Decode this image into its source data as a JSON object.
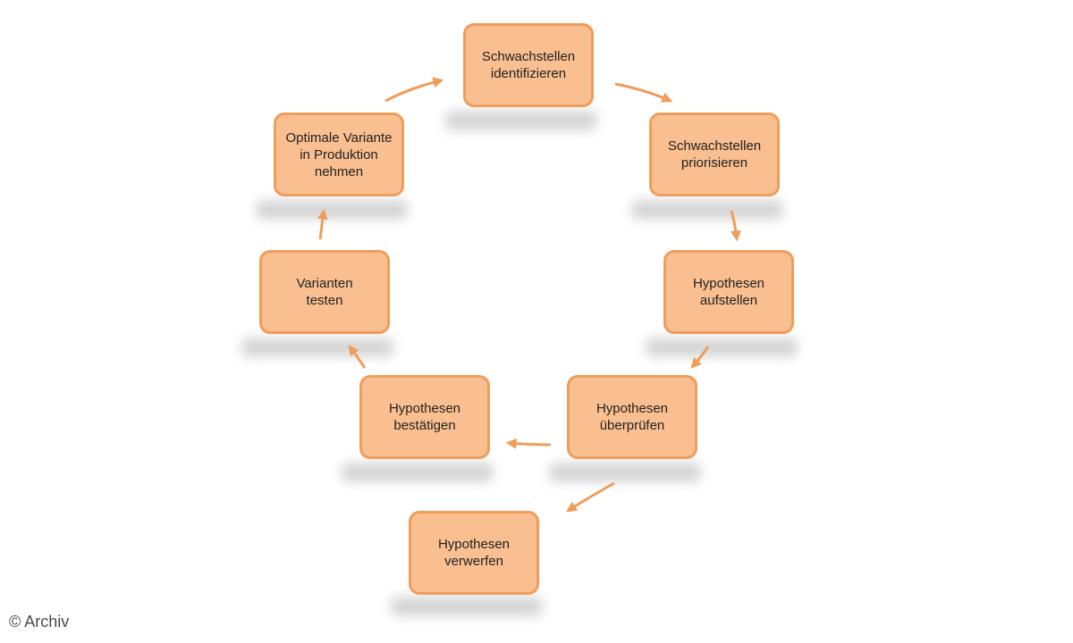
{
  "diagram": {
    "nodes": [
      {
        "id": "schwachstellen-identifizieren",
        "label": "Schwachstellen\nidentifizieren"
      },
      {
        "id": "schwachstellen-priorisieren",
        "label": "Schwachstellen\npriorisieren"
      },
      {
        "id": "hypothesen-aufstellen",
        "label": "Hypothesen\naufstellen"
      },
      {
        "id": "hypothesen-ueberpruefen",
        "label": "Hypothesen\nüberprüfen"
      },
      {
        "id": "hypothesen-bestaetigen",
        "label": "Hypothesen\nbestätigen"
      },
      {
        "id": "varianten-testen",
        "label": "Varianten\ntesten"
      },
      {
        "id": "optimale-variante",
        "label": "Optimale Variante\nin Produktion\nnehmen"
      },
      {
        "id": "hypothesen-verwerfen",
        "label": "Hypothesen\nverwerfen"
      }
    ],
    "edges": [
      {
        "from": "schwachstellen-identifizieren",
        "to": "schwachstellen-priorisieren"
      },
      {
        "from": "schwachstellen-priorisieren",
        "to": "hypothesen-aufstellen"
      },
      {
        "from": "hypothesen-aufstellen",
        "to": "hypothesen-ueberpruefen"
      },
      {
        "from": "hypothesen-ueberpruefen",
        "to": "hypothesen-bestaetigen"
      },
      {
        "from": "hypothesen-ueberpruefen",
        "to": "hypothesen-verwerfen"
      },
      {
        "from": "hypothesen-bestaetigen",
        "to": "varianten-testen"
      },
      {
        "from": "varianten-testen",
        "to": "optimale-variante"
      },
      {
        "from": "optimale-variante",
        "to": "schwachstellen-identifizieren"
      }
    ]
  },
  "colors": {
    "node_fill": "#f9bf90",
    "node_border": "#ef9d5a",
    "arrow": "#ef9d5a",
    "shadow": "#cfcfcf"
  },
  "credit": "© Archiv"
}
